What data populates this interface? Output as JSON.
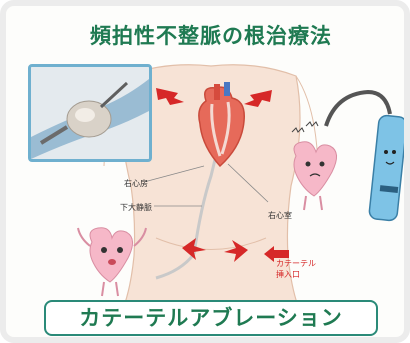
{
  "header": {
    "title": "頻拍性不整脈の根治療法"
  },
  "labels": {
    "right_atrium": "右心房",
    "ivc": "下大静脈",
    "right_ventricle": "右心室",
    "catheter_line1": "カテーテル",
    "catheter_line2": "挿入口"
  },
  "banner": {
    "text": "カテーテルアブレーション"
  },
  "colors": {
    "title": "#1f7a52",
    "banner_border": "#2a8a78",
    "arrow": "#d62828",
    "photo_border": "#6fb0cf"
  }
}
